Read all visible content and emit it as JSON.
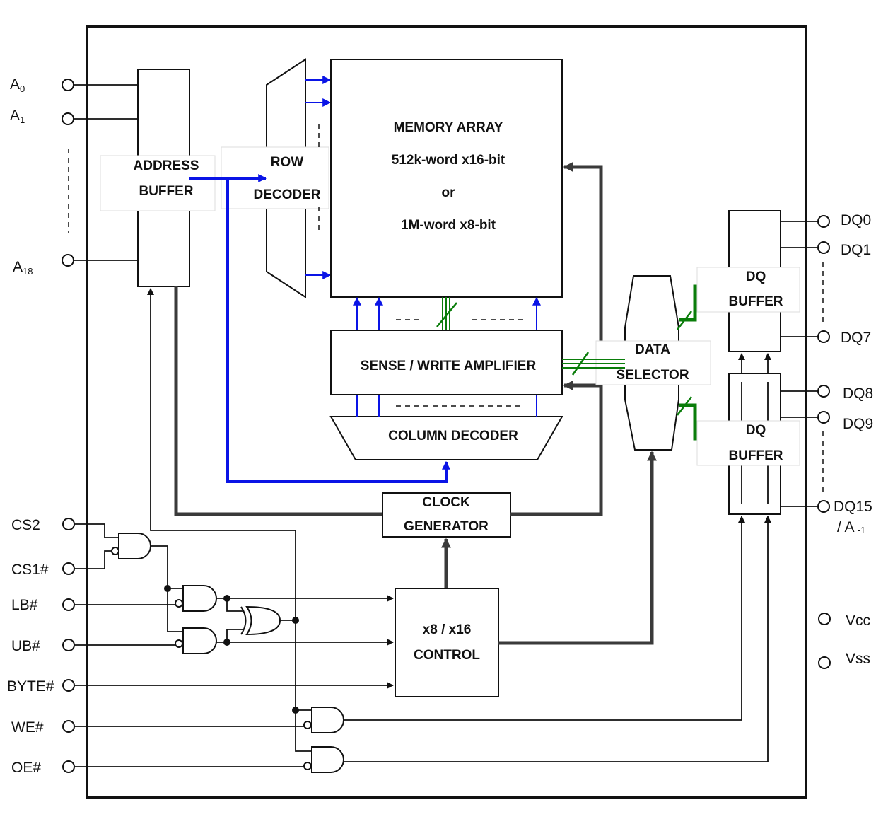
{
  "blocks": {
    "address_buffer": [
      "ADDRESS",
      "BUFFER"
    ],
    "row_decoder": [
      "ROW",
      "DECODER"
    ],
    "memory_array": [
      "MEMORY ARRAY",
      "512k-word x16-bit",
      "or",
      "1M-word x8-bit"
    ],
    "sense_write": "SENSE / WRITE AMPLIFIER",
    "column_decoder": "COLUMN DECODER",
    "clock_generator": [
      "CLOCK",
      "GENERATOR"
    ],
    "data_selector": [
      "DATA",
      "SELECTOR"
    ],
    "dq_buffer_upper": [
      "DQ",
      "BUFFER"
    ],
    "dq_buffer_lower": [
      "DQ",
      "BUFFER"
    ],
    "control": [
      "x8 / x16",
      "CONTROL"
    ]
  },
  "pins": {
    "address": [
      {
        "label": "A",
        "sub": "0"
      },
      {
        "label": "A",
        "sub": "1"
      },
      {
        "label": "A",
        "sub": "18"
      }
    ],
    "control": [
      "CS2",
      "CS1#",
      "LB#",
      "UB#",
      "BYTE#",
      "WE#",
      "OE#"
    ],
    "dq_upper": [
      "DQ0",
      "DQ1",
      "DQ7"
    ],
    "dq_lower": [
      "DQ8",
      "DQ9",
      "DQ15"
    ],
    "dq15_alt": {
      "label": "/ A",
      "sub": "-1"
    },
    "power": [
      "Vcc",
      "Vss"
    ]
  },
  "colors": {
    "line": "#111111",
    "bus": "#3a3a3a",
    "address_bus": "#0a14e6",
    "data_bus": "#0a7d0a",
    "label_bg": "#ffffff"
  }
}
